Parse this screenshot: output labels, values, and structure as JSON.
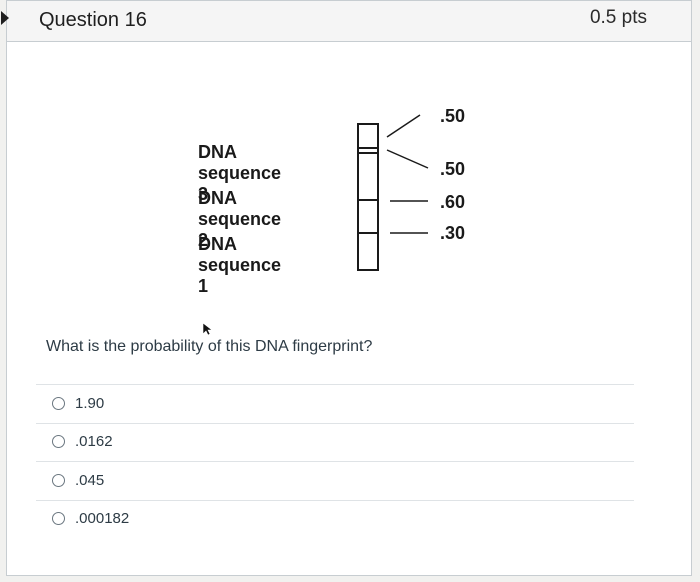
{
  "question": {
    "title": "Question 16",
    "points": "0.5 pts",
    "prompt": "What is the probability of this DNA fingerprint?"
  },
  "figure": {
    "sequences": [
      "DNA sequence 3",
      "DNA sequence 2",
      "DNA sequence 1"
    ],
    "values": [
      ".50",
      ".50",
      ".60",
      ".30"
    ]
  },
  "answers": [
    {
      "label": "1.90",
      "selected": false
    },
    {
      "label": ".0162",
      "selected": false
    },
    {
      "label": ".045",
      "selected": false
    },
    {
      "label": ".000182",
      "selected": false
    }
  ]
}
